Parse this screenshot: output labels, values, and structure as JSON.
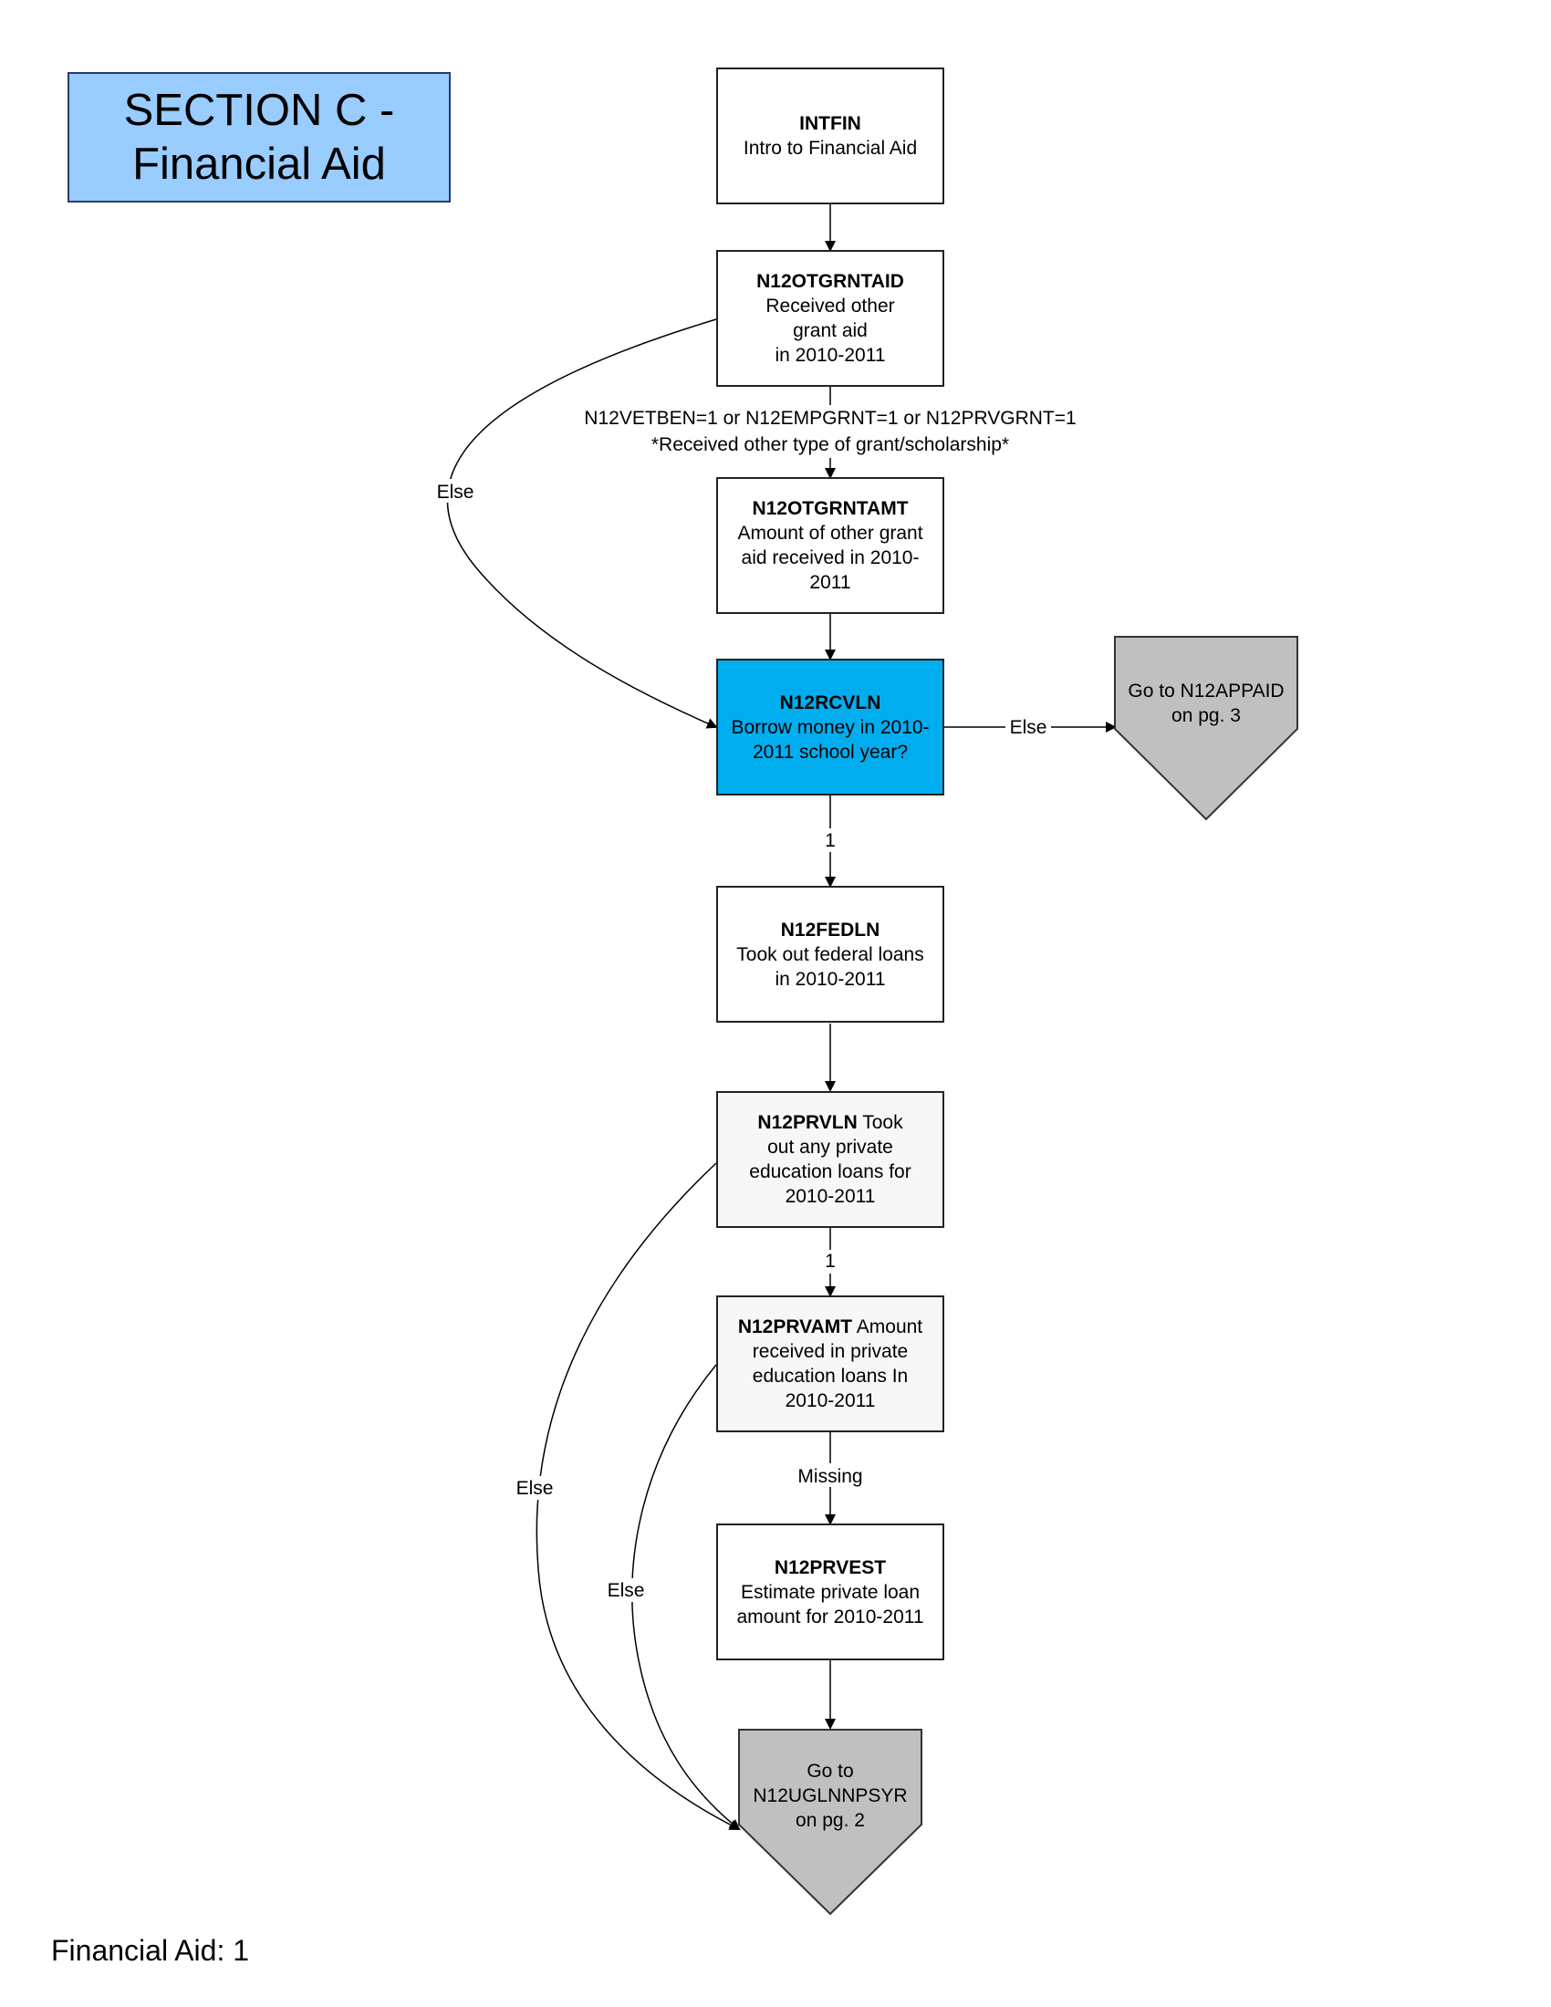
{
  "header": {
    "title_line1": "SECTION C -",
    "title_line2": "Financial Aid"
  },
  "nodes": {
    "intfin": {
      "code": "INTFIN",
      "desc": [
        "Intro to Financial Aid"
      ]
    },
    "otgrntaid": {
      "code": "N12OTGRNTAID",
      "desc": [
        "Received other",
        "grant aid",
        "in 2010-2011"
      ]
    },
    "otgrntamt": {
      "code": "N12OTGRNTAMT",
      "desc": [
        "Amount of other grant",
        "aid received in 2010-",
        "2011"
      ]
    },
    "rcvln": {
      "code": "N12RCVLN",
      "desc": [
        "Borrow money in 2010-",
        "2011 school year?"
      ]
    },
    "fedln": {
      "code": "N12FEDLN",
      "desc": [
        "Took out federal loans",
        "in 2010-2011"
      ]
    },
    "prvln": {
      "code": "N12PRVLN",
      "code_suffix": " Took",
      "desc": [
        "out any private",
        "education loans for",
        "2010-2011"
      ]
    },
    "prvamt": {
      "code": "N12PRVAMT",
      "code_suffix": " Amount",
      "desc": [
        "received in private",
        "education loans In",
        "2010-2011"
      ]
    },
    "prvest": {
      "code": "N12PRVEST",
      "desc": [
        "Estimate private loan",
        "amount for 2010-2011"
      ]
    }
  },
  "gotos": {
    "appaid": [
      "Go to N12APPAID",
      "on pg. 3"
    ],
    "uglnnpsyr": [
      "Go to",
      "N12UGLNNPSYR",
      "on pg. 2"
    ]
  },
  "edge_labels": {
    "condition_line1": "N12VETBEN=1 or N12EMPGRNT=1 or N12PRVGRNT=1",
    "condition_line2": "*Received other type of grant/scholarship*",
    "else_grant": "Else",
    "else_rcvln": "Else",
    "one_rcvln": "1",
    "one_prvln": "1",
    "missing": "Missing",
    "else_prvln": "Else",
    "else_prvamt": "Else"
  },
  "footer": "Financial Aid: 1",
  "colors": {
    "title_fill": "#99ccff",
    "highlight_fill": "#00aeef",
    "goto_fill": "#c0c0c0",
    "light_fill": "#f7f7f7"
  }
}
